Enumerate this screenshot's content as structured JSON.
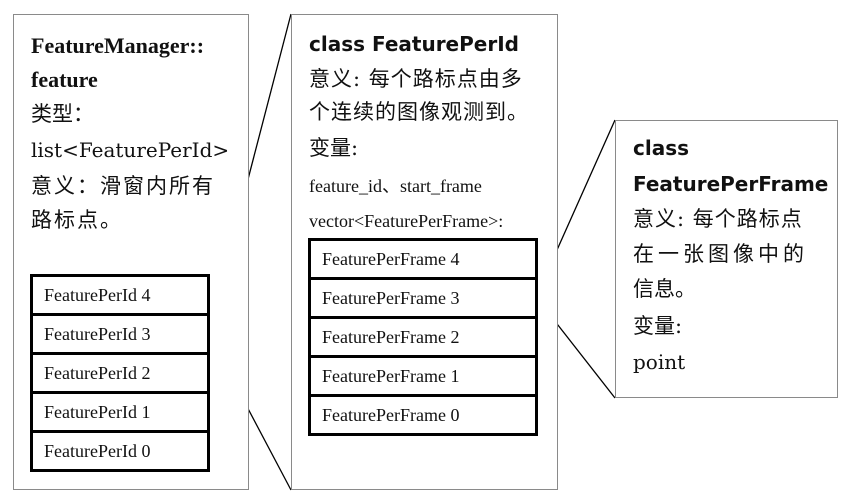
{
  "feature_manager": {
    "title_line1": "FeatureManager::",
    "title_line2": "feature",
    "type_label": "类型：",
    "type_value": "list<FeaturePerId>",
    "meaning_line1": "意义：滑窗内所有",
    "meaning_line2": "路标点。",
    "items": [
      "FeaturePerId 4",
      "FeaturePerId 3",
      "FeaturePerId 2",
      "FeaturePerId 1",
      "FeaturePerId 0"
    ]
  },
  "feature_per_id": {
    "title": "class FeaturePerId",
    "meaning_line1": "意义: 每个路标点由多",
    "meaning_line2": "个连续的图像观测到。",
    "vars_label": "变量:",
    "vars_line1": "feature_id、start_frame",
    "vars_line2": "vector<FeaturePerFrame>:",
    "items": [
      "FeaturePerFrame 4",
      "FeaturePerFrame 3",
      "FeaturePerFrame 2",
      "FeaturePerFrame 1",
      "FeaturePerFrame 0"
    ]
  },
  "feature_per_frame": {
    "title_line1": "class",
    "title_line2": "FeaturePerFrame",
    "meaning_line1": "意义: 每个路标点",
    "meaning_line2": "在一张图像中的",
    "meaning_line3": "信息。",
    "vars_label": "变量:",
    "vars_value": "point"
  }
}
